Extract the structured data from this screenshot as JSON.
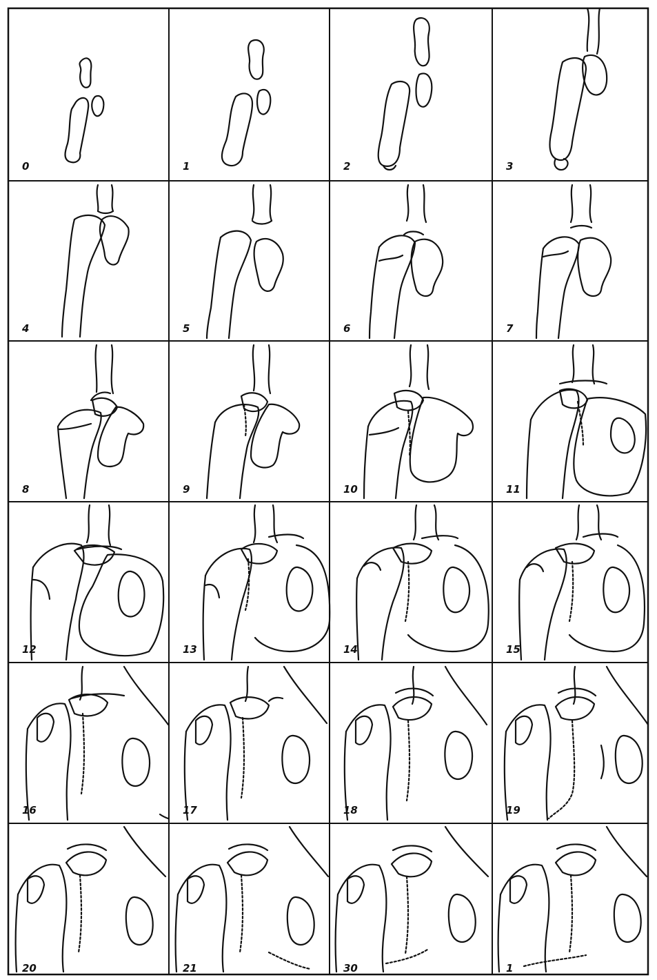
{
  "panels": [
    {
      "label": "0"
    },
    {
      "label": "1"
    },
    {
      "label": "2"
    },
    {
      "label": "3"
    },
    {
      "label": "4"
    },
    {
      "label": "5"
    },
    {
      "label": "6"
    },
    {
      "label": "7"
    },
    {
      "label": "8"
    },
    {
      "label": "9"
    },
    {
      "label": "10"
    },
    {
      "label": "11"
    },
    {
      "label": "12"
    },
    {
      "label": "13"
    },
    {
      "label": "14"
    },
    {
      "label": "15"
    },
    {
      "label": "16"
    },
    {
      "label": "17"
    },
    {
      "label": "18"
    },
    {
      "label": "19"
    },
    {
      "label": "20"
    },
    {
      "label": "21"
    },
    {
      "label": "30"
    },
    {
      "label": "1"
    }
  ],
  "colors": {
    "ink": "#111111",
    "paper": "#ffffff"
  }
}
